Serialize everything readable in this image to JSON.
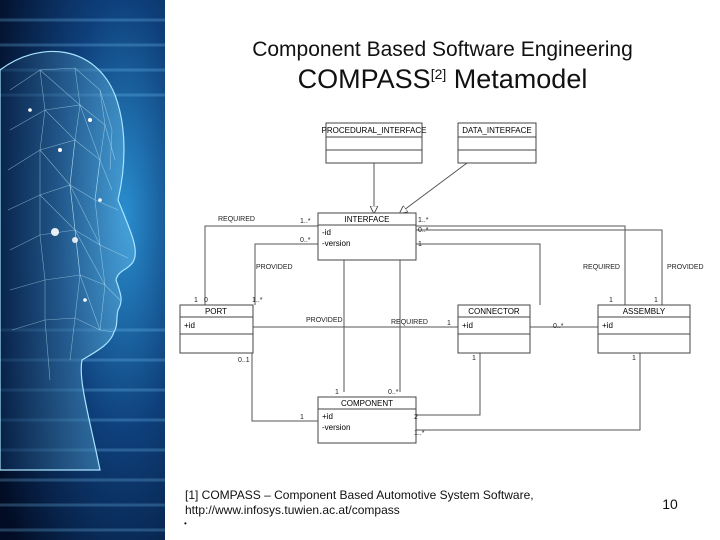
{
  "header": {
    "subtitle": "Component Based Software Engineering",
    "title_main": "COMPASS",
    "title_ref": "[2]",
    "title_rest": " Metamodel"
  },
  "diagram": {
    "classes": {
      "procedural_interface": {
        "name": "PROCEDURAL_INTERFACE"
      },
      "data_interface": {
        "name": "DATA_INTERFACE"
      },
      "interface": {
        "name": "INTERFACE",
        "attrs": [
          "-id",
          "-version"
        ]
      },
      "port": {
        "name": "PORT",
        "attrs": [
          "+id"
        ]
      },
      "connector": {
        "name": "CONNECTOR",
        "attrs": [
          "+id"
        ]
      },
      "assembly": {
        "name": "ASSEMBLY",
        "attrs": [
          "+id"
        ]
      },
      "component": {
        "name": "COMPONENT",
        "attrs": [
          "+id",
          "-version"
        ]
      }
    },
    "labels": {
      "required_top": "REQUIRED",
      "provided_left": "PROVIDED",
      "required_right": "REQUIRED",
      "provided_right": "PROVIDED",
      "provided_mid": "PROVIDED",
      "required_mid": "REQUIRED"
    },
    "multiplicities": {
      "iface_left_1": "1..*",
      "iface_left_2": "0..*",
      "iface_right_1": "1..*",
      "iface_right_2": "0..*",
      "iface_right_3": "1",
      "port_left_1": "1",
      "port_left_0": "0",
      "port_right": "1..*",
      "port_bottom": "0..1",
      "conn_left": "1",
      "conn_right": "0..*",
      "conn_bottom": "1",
      "asm_left": "1",
      "asm_right": "1",
      "asm_bottom": "1",
      "comp_left": "1",
      "comp_right_1": "2",
      "comp_right_2": "1..*",
      "comp_top_1": "1",
      "comp_top_2": "0..*"
    }
  },
  "footnote": {
    "line1": "[1] COMPASS – Component Based Automotive System Software,",
    "line2": "http://www.infosys.tuwien.ac.at/compass",
    "dot": "•"
  },
  "page_number": "10"
}
